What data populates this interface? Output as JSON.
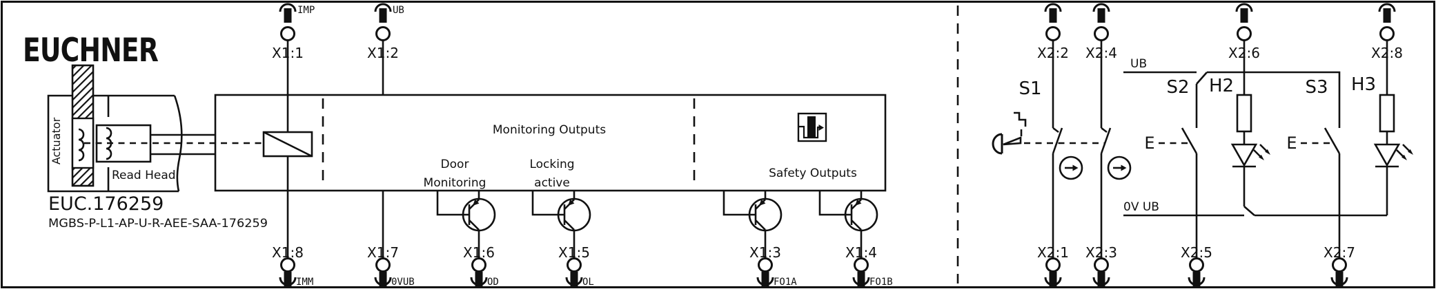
{
  "brand": {
    "logo_text": "EUCHNER"
  },
  "product": {
    "order_no": "EUC.176259",
    "type_code": "MGBS-P-L1-AP-U-R-AEE-SAA-176259"
  },
  "module": {
    "actuator": "Actuator",
    "read_head": "Read Head",
    "monitoring_outputs": "Monitoring Outputs",
    "door_monitoring_1": "Door",
    "door_monitoring_2": "Monitoring",
    "locking_active_1": "Locking",
    "locking_active_2": "active",
    "safety_outputs": "Safety Outputs"
  },
  "terminals": {
    "x1_top": [
      {
        "id": "X1:1",
        "signal": "IMP"
      },
      {
        "id": "X1:2",
        "signal": "UB"
      }
    ],
    "x1_bottom": [
      {
        "id": "X1:8",
        "signal": "IMM"
      },
      {
        "id": "X1:7",
        "signal": "0VUB"
      },
      {
        "id": "X1:6",
        "signal": "OD"
      },
      {
        "id": "X1:5",
        "signal": "OL"
      },
      {
        "id": "X1:3",
        "signal": "FO1A"
      },
      {
        "id": "X1:4",
        "signal": "FO1B"
      }
    ],
    "x2_top": [
      {
        "id": "X2:2"
      },
      {
        "id": "X2:4"
      },
      {
        "id": "X2:6"
      },
      {
        "id": "X2:8"
      }
    ],
    "x2_bottom": [
      {
        "id": "X2:1"
      },
      {
        "id": "X2:3"
      },
      {
        "id": "X2:5"
      },
      {
        "id": "X2:7"
      }
    ]
  },
  "external": {
    "s1": "S1",
    "s2": "S2",
    "s3": "S3",
    "h2": "H2",
    "h3": "H3",
    "e_release": "E",
    "ub_rail": "UB",
    "zero_volt_rail": "0V UB"
  },
  "colors": {
    "line": "#111111",
    "background": "#ffffff"
  }
}
